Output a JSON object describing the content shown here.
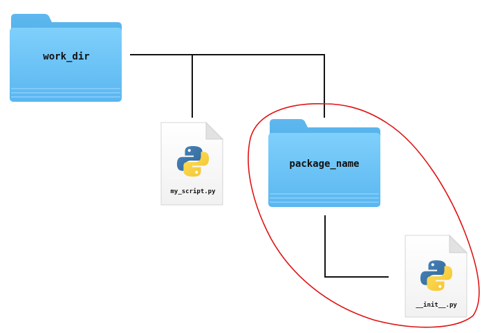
{
  "folders": {
    "root": {
      "label": "work_dir"
    },
    "package": {
      "label": "package_name"
    }
  },
  "files": {
    "script": {
      "label": "my_script.py",
      "icon": "python-file-icon"
    },
    "init": {
      "label": "__init__.py",
      "icon": "python-file-icon"
    }
  },
  "colors": {
    "folder_front": "#6cc4f5",
    "folder_back": "#4aaee8",
    "connector": "#111111",
    "highlight": "#e01010",
    "python_blue": "#3b73a6",
    "python_yellow": "#f6cc3f"
  }
}
